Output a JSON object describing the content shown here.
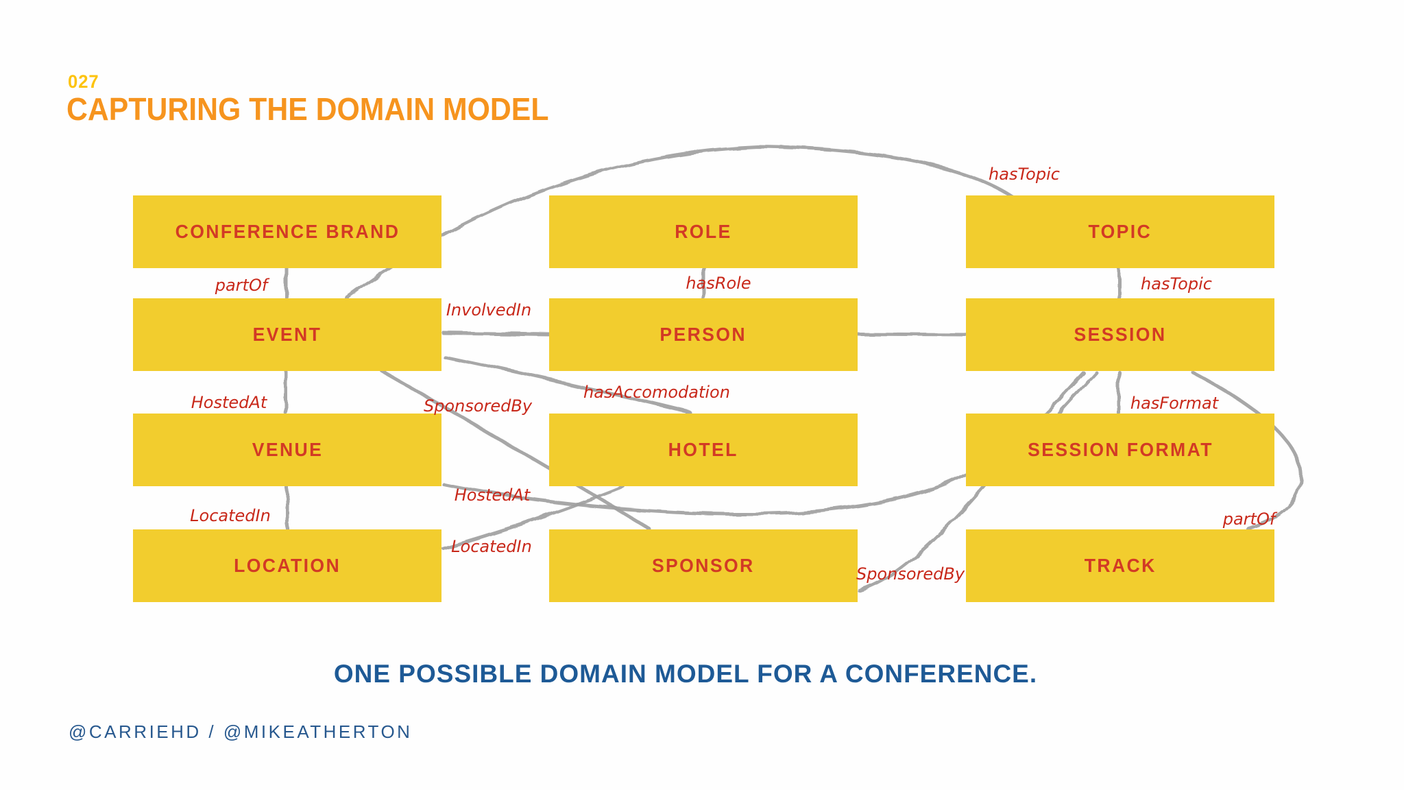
{
  "slide": {
    "number": "027",
    "title": "CAPTURING THE DOMAIN MODEL",
    "caption": "ONE POSSIBLE DOMAIN MODEL FOR A CONFERENCE.",
    "footer": "@CARRIEHD / @MIKEATHERTON"
  },
  "colors": {
    "entity_fill": "#f2cd2e",
    "entity_text": "#d23a25",
    "relationship_text": "#c8281a",
    "connector_line": "#9f9f9f",
    "title_orange": "#f6941e",
    "slide_number_yellow": "#fdc30e",
    "caption_blue": "#1e5a96",
    "background": "#fefefe"
  },
  "diagram": {
    "entities": [
      {
        "id": "conference-brand",
        "label": "CONFERENCE BRAND"
      },
      {
        "id": "role",
        "label": "ROLE"
      },
      {
        "id": "topic",
        "label": "TOPIC"
      },
      {
        "id": "event",
        "label": "EVENT"
      },
      {
        "id": "person",
        "label": "PERSON"
      },
      {
        "id": "session",
        "label": "SESSION"
      },
      {
        "id": "venue",
        "label": "VENUE"
      },
      {
        "id": "hotel",
        "label": "HOTEL"
      },
      {
        "id": "session-format",
        "label": "SESSION FORMAT"
      },
      {
        "id": "location",
        "label": "LOCATION"
      },
      {
        "id": "sponsor",
        "label": "SPONSOR"
      },
      {
        "id": "track",
        "label": "TRACK"
      }
    ],
    "relationships": [
      {
        "text": "partOf",
        "from": "event",
        "to": "conference-brand"
      },
      {
        "text": "hasRole",
        "from": "person",
        "to": "role"
      },
      {
        "text": "hasTopic",
        "from": "session",
        "to": "topic"
      },
      {
        "text": "hasTopic",
        "from": "event",
        "to": "topic"
      },
      {
        "text": "InvolvedIn",
        "from": "person",
        "to": "event"
      },
      {
        "text": "hasAccomodation",
        "from": "event",
        "to": "hotel"
      },
      {
        "text": "SponsoredBy",
        "from": "event",
        "to": "sponsor"
      },
      {
        "text": "HostedAt",
        "from": "event",
        "to": "venue"
      },
      {
        "text": "LocatedIn",
        "from": "venue",
        "to": "location"
      },
      {
        "text": "HostedAt",
        "from": "session",
        "to": "venue"
      },
      {
        "text": "LocatedIn",
        "from": "hotel",
        "to": "location"
      },
      {
        "text": "hasFormat",
        "from": "session",
        "to": "session-format"
      },
      {
        "text": "SponsoredBy",
        "from": "session",
        "to": "sponsor"
      },
      {
        "text": "partOf",
        "from": "session",
        "to": "track"
      },
      {
        "text": "",
        "from": "person",
        "to": "session"
      }
    ]
  }
}
